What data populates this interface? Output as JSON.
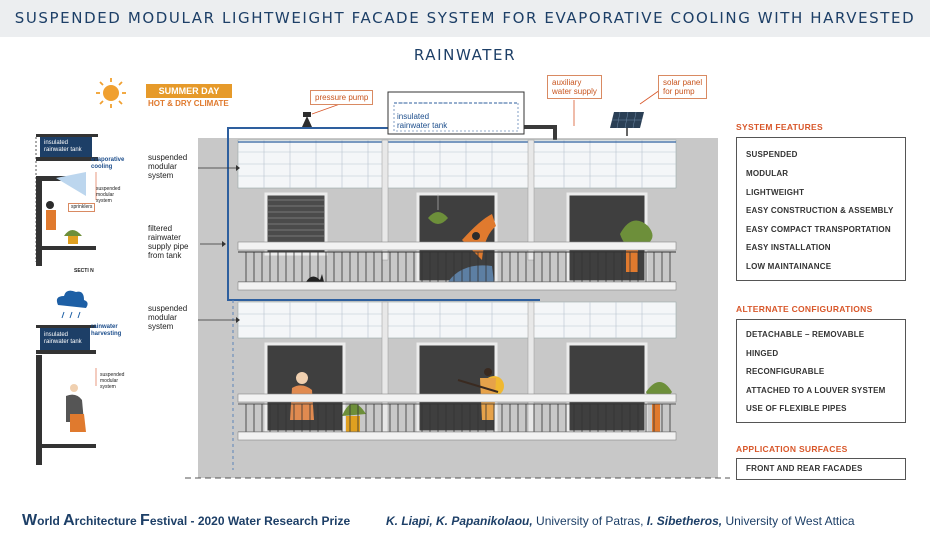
{
  "title": "SUSPENDED MODULAR LIGHTWEIGHT FACADE SYSTEM FOR EVAPORATIVE COOLING WITH HARVESTED RAINWATER",
  "climate": {
    "line1": "SUMMER DAY",
    "line2": "HOT & DRY CLIMATE"
  },
  "callouts": {
    "pressure_pump": "pressure pump",
    "auxiliary_water_supply": [
      "auxiliary",
      "water supply"
    ],
    "solar_panel": [
      "solar panel",
      "for pump"
    ]
  },
  "tank_label": [
    "insulated",
    "rainwater tank"
  ],
  "diagram_labels": {
    "suspended_modular_1": [
      "suspended",
      "modular",
      "system"
    ],
    "filtered_pipe": [
      "filtered",
      "rainwater",
      "supply pipe",
      "from tank"
    ],
    "suspended_modular_2": [
      "suspended",
      "modular",
      "system"
    ]
  },
  "section_top": {
    "tank": [
      "insulated",
      "rainwater tank"
    ],
    "evaporative_cooling": [
      "evaporative",
      "cooling"
    ],
    "suspended_modular": [
      "suspended",
      "modular",
      "system"
    ],
    "sprinklers": "sprinklers",
    "section_mark": "SECTI N"
  },
  "section_bottom": {
    "tank": [
      "insulated",
      "rainwater tank"
    ],
    "rainwater_harvesting": [
      "rainwater",
      "harvesting"
    ],
    "suspended_modular": [
      "suspended",
      "modular",
      "system"
    ]
  },
  "system_features": {
    "heading": "SYSTEM FEATURES",
    "items": [
      "SUSPENDED",
      "MODULAR",
      "LIGHTWEIGHT",
      "EASY CONSTRUCTION & ASSEMBLY",
      "EASY COMPACT TRANSPORTATION",
      "EASY INSTALLATION",
      "LOW MAINTAINANCE"
    ]
  },
  "alternate_configurations": {
    "heading": "ALTERNATE CONFIGURATIONS",
    "items": [
      "DETACHABLE – REMOVABLE",
      "HINGED",
      "RECONFIGURABLE",
      "ATTACHED TO A LOUVER SYSTEM",
      "USE OF FLEXIBLE PIPES"
    ]
  },
  "application_surfaces": {
    "heading": "APPLICATION SURFACES",
    "items": [
      "FRONT AND REAR FACADES"
    ]
  },
  "footer": {
    "w": "W",
    "orld": "orld ",
    "a": "A",
    "rchitecture": "rchitecture ",
    "f": "F",
    "estival": "estival - 2020 Water Research Prize",
    "authors1": "K. Liapi, K. Papanikolaou,",
    "inst1": " University of Patras, ",
    "authors2": "I. Sibetheros,",
    "inst2": " University of West Attica"
  },
  "colors": {
    "title": "#1d3f67",
    "accent": "#d8572a",
    "pipe_blue": "#2e5f9e",
    "building": "#c9c9c9"
  }
}
